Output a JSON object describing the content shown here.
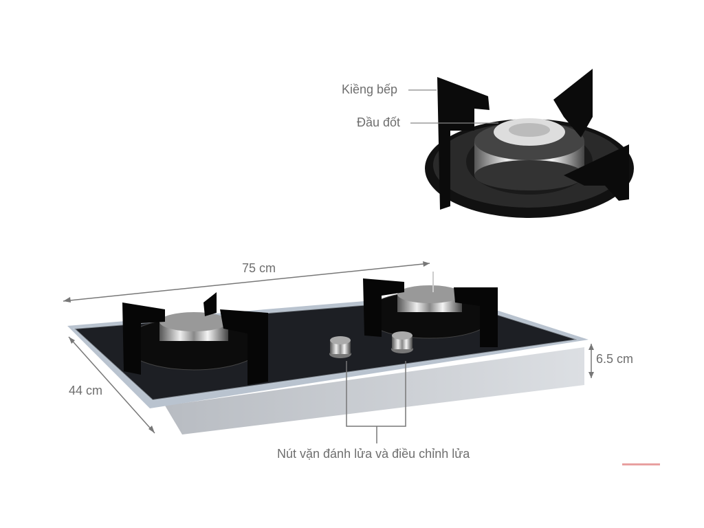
{
  "labels": {
    "grate": "Kiềng bếp",
    "burner_head": "Đầu đốt",
    "width": "75 cm",
    "depth": "44 cm",
    "height": "6.5 cm",
    "knobs": "Nút vặn đánh lửa và điều chỉnh lửa"
  },
  "colors": {
    "glass": "#1d1f24",
    "glass_edge": "#b9c3cf",
    "steel": "#c9cbce",
    "label": "#6e6e6e"
  }
}
